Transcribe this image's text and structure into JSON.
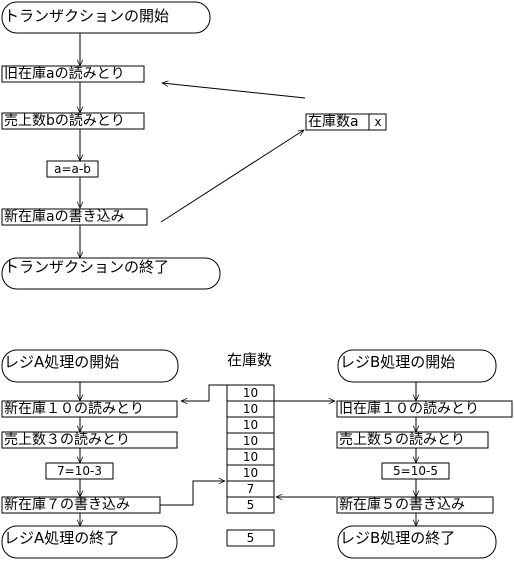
{
  "top_flow": {
    "start": "トランザクションの開始",
    "read_old": "旧在庫aの読みとり",
    "read_sales": "売上数bの読みとり",
    "calc": "a=a-b",
    "write_new": "新在庫aの書き込み",
    "end": "トランザクションの終了",
    "stock_box": {
      "label": "在庫数a",
      "value": "x"
    }
  },
  "bottom": {
    "register_a": {
      "start": "レジA処理の開始",
      "read_stock": "新在庫１０の読みとり",
      "read_sales": "売上数３の読みとり",
      "calc": "7=10-3",
      "write_new": "新在庫７の書き込み",
      "end": "レジA処理の終了"
    },
    "inventory": {
      "title": "在庫数",
      "cells": [
        "10",
        "10",
        "10",
        "10",
        "10",
        "10",
        "7",
        "5"
      ],
      "final": "5"
    },
    "register_b": {
      "start": "レジB処理の開始",
      "read_stock": "旧在庫１０の読みとり",
      "read_sales": "売上数５の読みとり",
      "calc": "5=10-5",
      "write_new": "新在庫５の書き込み",
      "end": "レジB処理の終了"
    }
  }
}
